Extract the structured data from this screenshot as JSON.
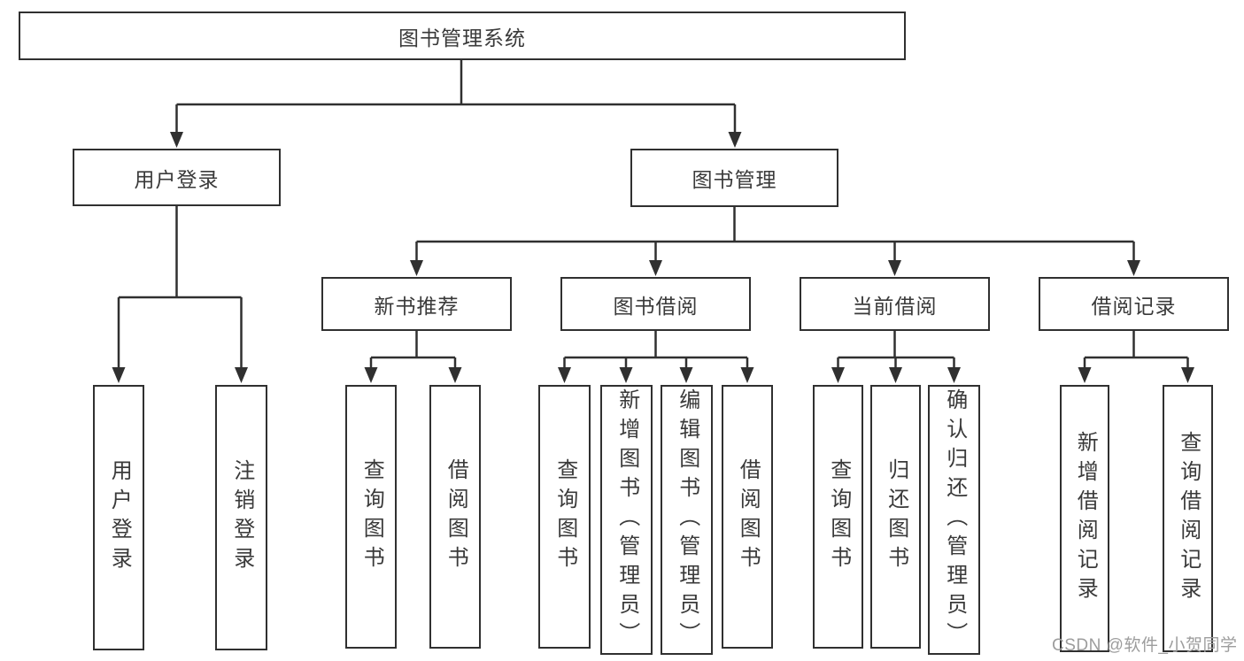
{
  "tree": {
    "label": "图书管理系统",
    "children": [
      {
        "label": "用户登录",
        "children": [
          {
            "label": "用户登录"
          },
          {
            "label": "注销登录"
          }
        ]
      },
      {
        "label": "图书管理",
        "children": [
          {
            "label": "新书推荐",
            "children": [
              {
                "label": "查询图书"
              },
              {
                "label": "借阅图书"
              }
            ]
          },
          {
            "label": "图书借阅",
            "children": [
              {
                "label": "查询图书"
              },
              {
                "label": "新增图书（管理员）"
              },
              {
                "label": "编辑图书（管理员）"
              },
              {
                "label": "借阅图书"
              }
            ]
          },
          {
            "label": "当前借阅",
            "children": [
              {
                "label": "查询图书"
              },
              {
                "label": "归还图书"
              },
              {
                "label": "确认归还（管理员）"
              }
            ]
          },
          {
            "label": "借阅记录",
            "children": [
              {
                "label": "新增借阅记录"
              },
              {
                "label": "查询借阅记录"
              }
            ]
          }
        ]
      }
    ]
  },
  "watermark": {
    "text": "CSDN @软件_小贺同学"
  },
  "colors": {
    "line": "#303030",
    "box_border": "#303030",
    "box_fill": "#ffffff",
    "text": "#3a3a3a",
    "watermark": "#9d9d9d",
    "background": "#ffffff"
  }
}
